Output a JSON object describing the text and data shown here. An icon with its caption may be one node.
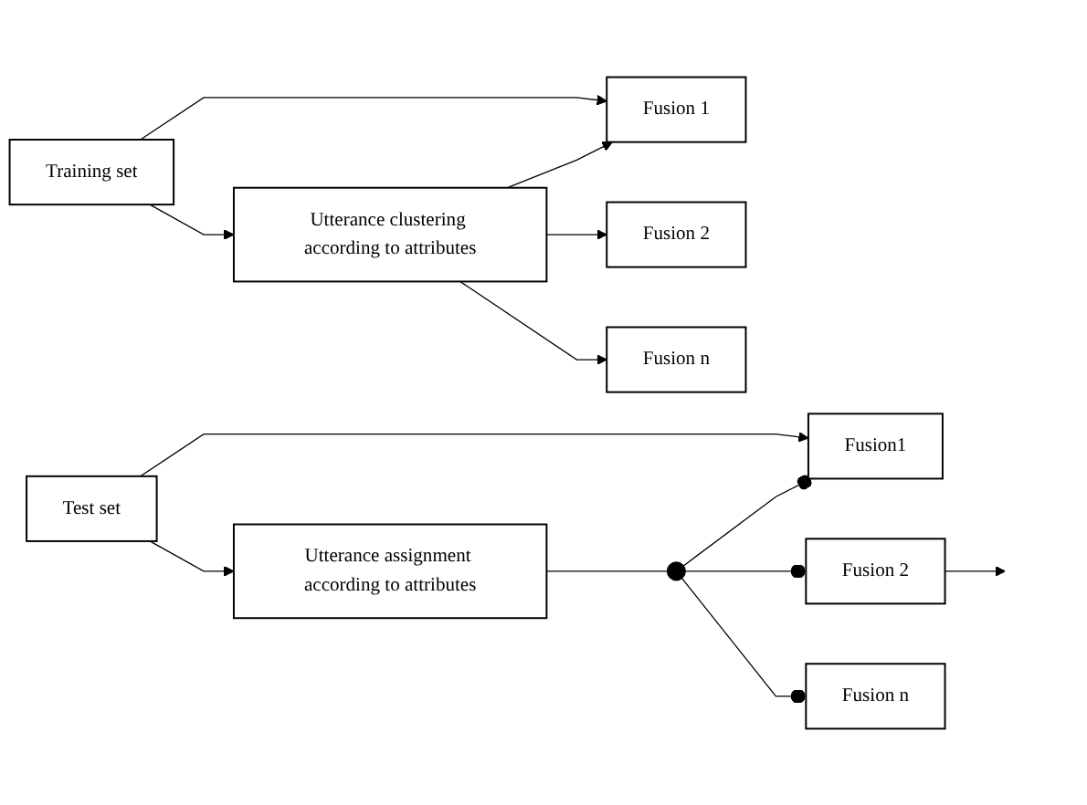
{
  "diagram": {
    "nodes": [
      {
        "text": [
          "Training set"
        ]
      },
      {
        "text": [
          "Utterance clustering according to attributes"
        ]
      },
      {
        "text": [
          "Fusion 1"
        ]
      },
      {
        "text": [
          "Fusion 2"
        ]
      },
      {
        "text": [
          "Fusion n"
        ]
      },
      {
        "text": [
          "Test set"
        ]
      },
      {
        "text": [
          "Utterance assignment according to attributes"
        ]
      },
      {
        "text": [],
        "shape": "switch"
      },
      {
        "text": [
          "Fusion1"
        ]
      },
      {
        "text": [
          "Fusion 2"
        ]
      },
      {
        "text": [
          "Fusion n"
        ]
      }
    ],
    "edges": [
      {
        "from": 0,
        "to": 1,
        "arrow": "to"
      },
      {
        "from": 0,
        "to": 2,
        "arrow": "to"
      },
      {
        "from": 1,
        "to": 2,
        "arrow": "to"
      },
      {
        "from": 1,
        "to": 3,
        "arrow": "to"
      },
      {
        "from": 1,
        "to": 4,
        "arrow": "to"
      },
      {
        "from": 5,
        "to": 8,
        "arrow": "to"
      },
      {
        "from": 5,
        "to": 6,
        "arrow": "to"
      },
      {
        "from": 6,
        "to": 7,
        "arrow": "none"
      },
      {
        "from": 7,
        "to": 8,
        "arrow": "other"
      },
      {
        "from": 7,
        "to": 9,
        "arrow": "other"
      },
      {
        "from": 7,
        "to": 10,
        "arrow": "other"
      },
      {
        "from": 9,
        "to": null,
        "arrow": "to"
      }
    ]
  }
}
